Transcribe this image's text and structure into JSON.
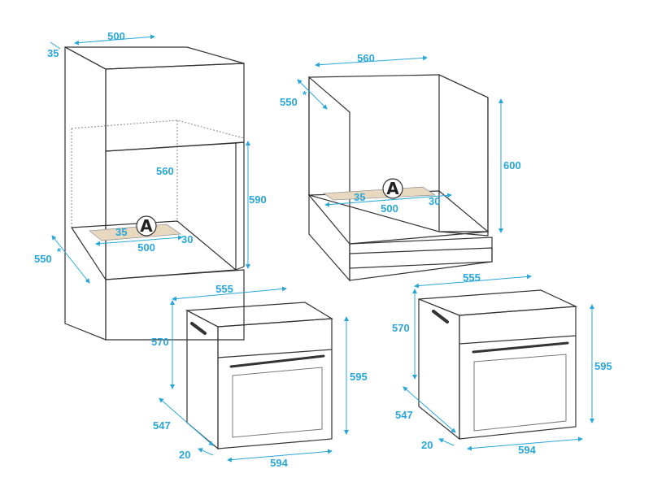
{
  "colors": {
    "dimension": "#2aa7d8",
    "outline": "#333333",
    "cabinet_fill": "#eeeeee",
    "vent_fill": "#e8d8c0"
  },
  "marker": "A",
  "top_left": {
    "width_top": "500",
    "depth_top": "35",
    "inner_width": "560",
    "height": "590",
    "depth": "550",
    "vent_offset": "35",
    "vent_width": "500",
    "vent_depth": "30",
    "asterisk": "*"
  },
  "top_right": {
    "width": "560",
    "depth": "550",
    "height": "600",
    "vent_offset": "35",
    "vent_width": "500",
    "vent_depth": "30",
    "asterisk": "*"
  },
  "bottom_left": {
    "width": "555",
    "height": "570",
    "depth": "547",
    "door_depth": "20",
    "front_width": "594",
    "front_height": "595"
  },
  "bottom_right": {
    "width": "555",
    "height": "570",
    "depth": "547",
    "door_depth": "20",
    "front_width": "594",
    "front_height": "595"
  }
}
